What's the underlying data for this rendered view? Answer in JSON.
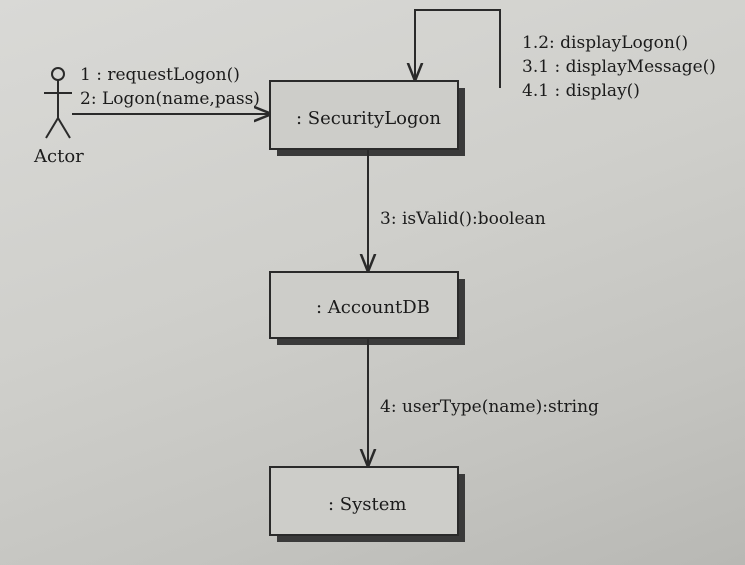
{
  "actor": {
    "label": "Actor"
  },
  "objects": {
    "security_logon": ": SecurityLogon",
    "account_db": ": AccountDB",
    "system": ": System"
  },
  "messages": {
    "request_logon": "1 : requestLogon()",
    "logon": "2: Logon(name,pass)",
    "display_logon": "1.2: displayLogon()",
    "display_message": "3.1 : displayMessage()",
    "display": "4.1 : display()",
    "is_valid": "3: isValid():boolean",
    "user_type": "4: userType(name):string"
  }
}
